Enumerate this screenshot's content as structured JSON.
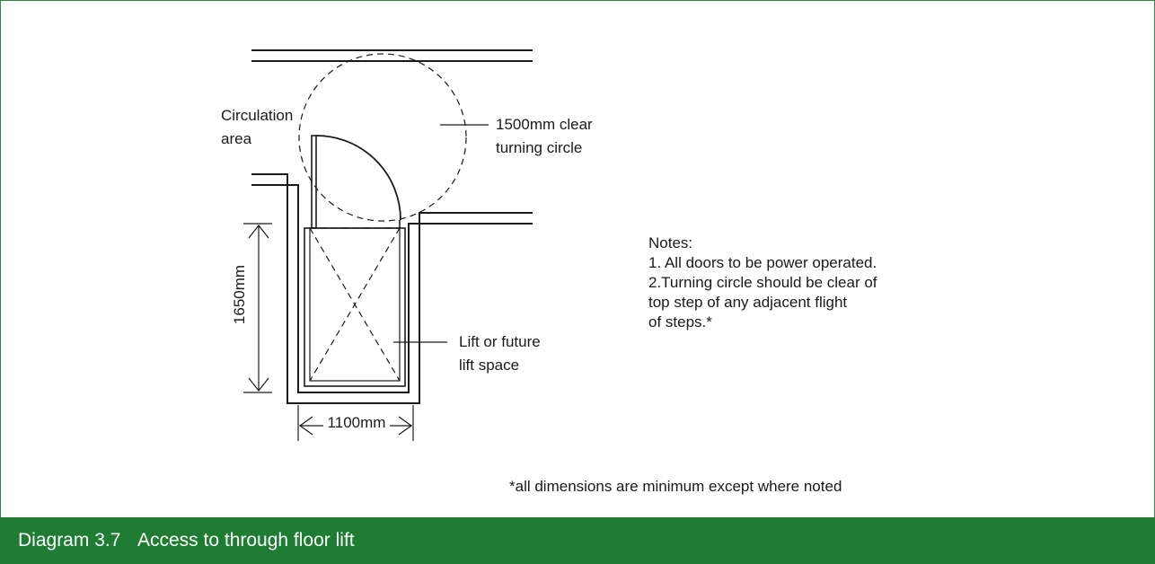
{
  "labels": {
    "circulation_line1": "Circulation",
    "circulation_line2": "area",
    "turning_line1": "1500mm clear",
    "turning_line2": "turning circle",
    "lift_line1": "Lift or future",
    "lift_line2": "lift space",
    "dim_depth": "1650mm",
    "dim_width": "1100mm"
  },
  "notes": {
    "heading": "Notes:",
    "lines": [
      "1. All doors to be power operated.",
      "2.Turning circle should be clear of",
      "top step of any adjacent flight",
      "of steps.*"
    ]
  },
  "footnote": "*all dimensions are minimum except where noted",
  "caption": {
    "number": "Diagram 3.7",
    "title": "Access to through floor lift"
  },
  "colors": {
    "caption_background": "#1e7d32",
    "frame_border": "#2e8a3a",
    "line": "#1a1a1a"
  }
}
